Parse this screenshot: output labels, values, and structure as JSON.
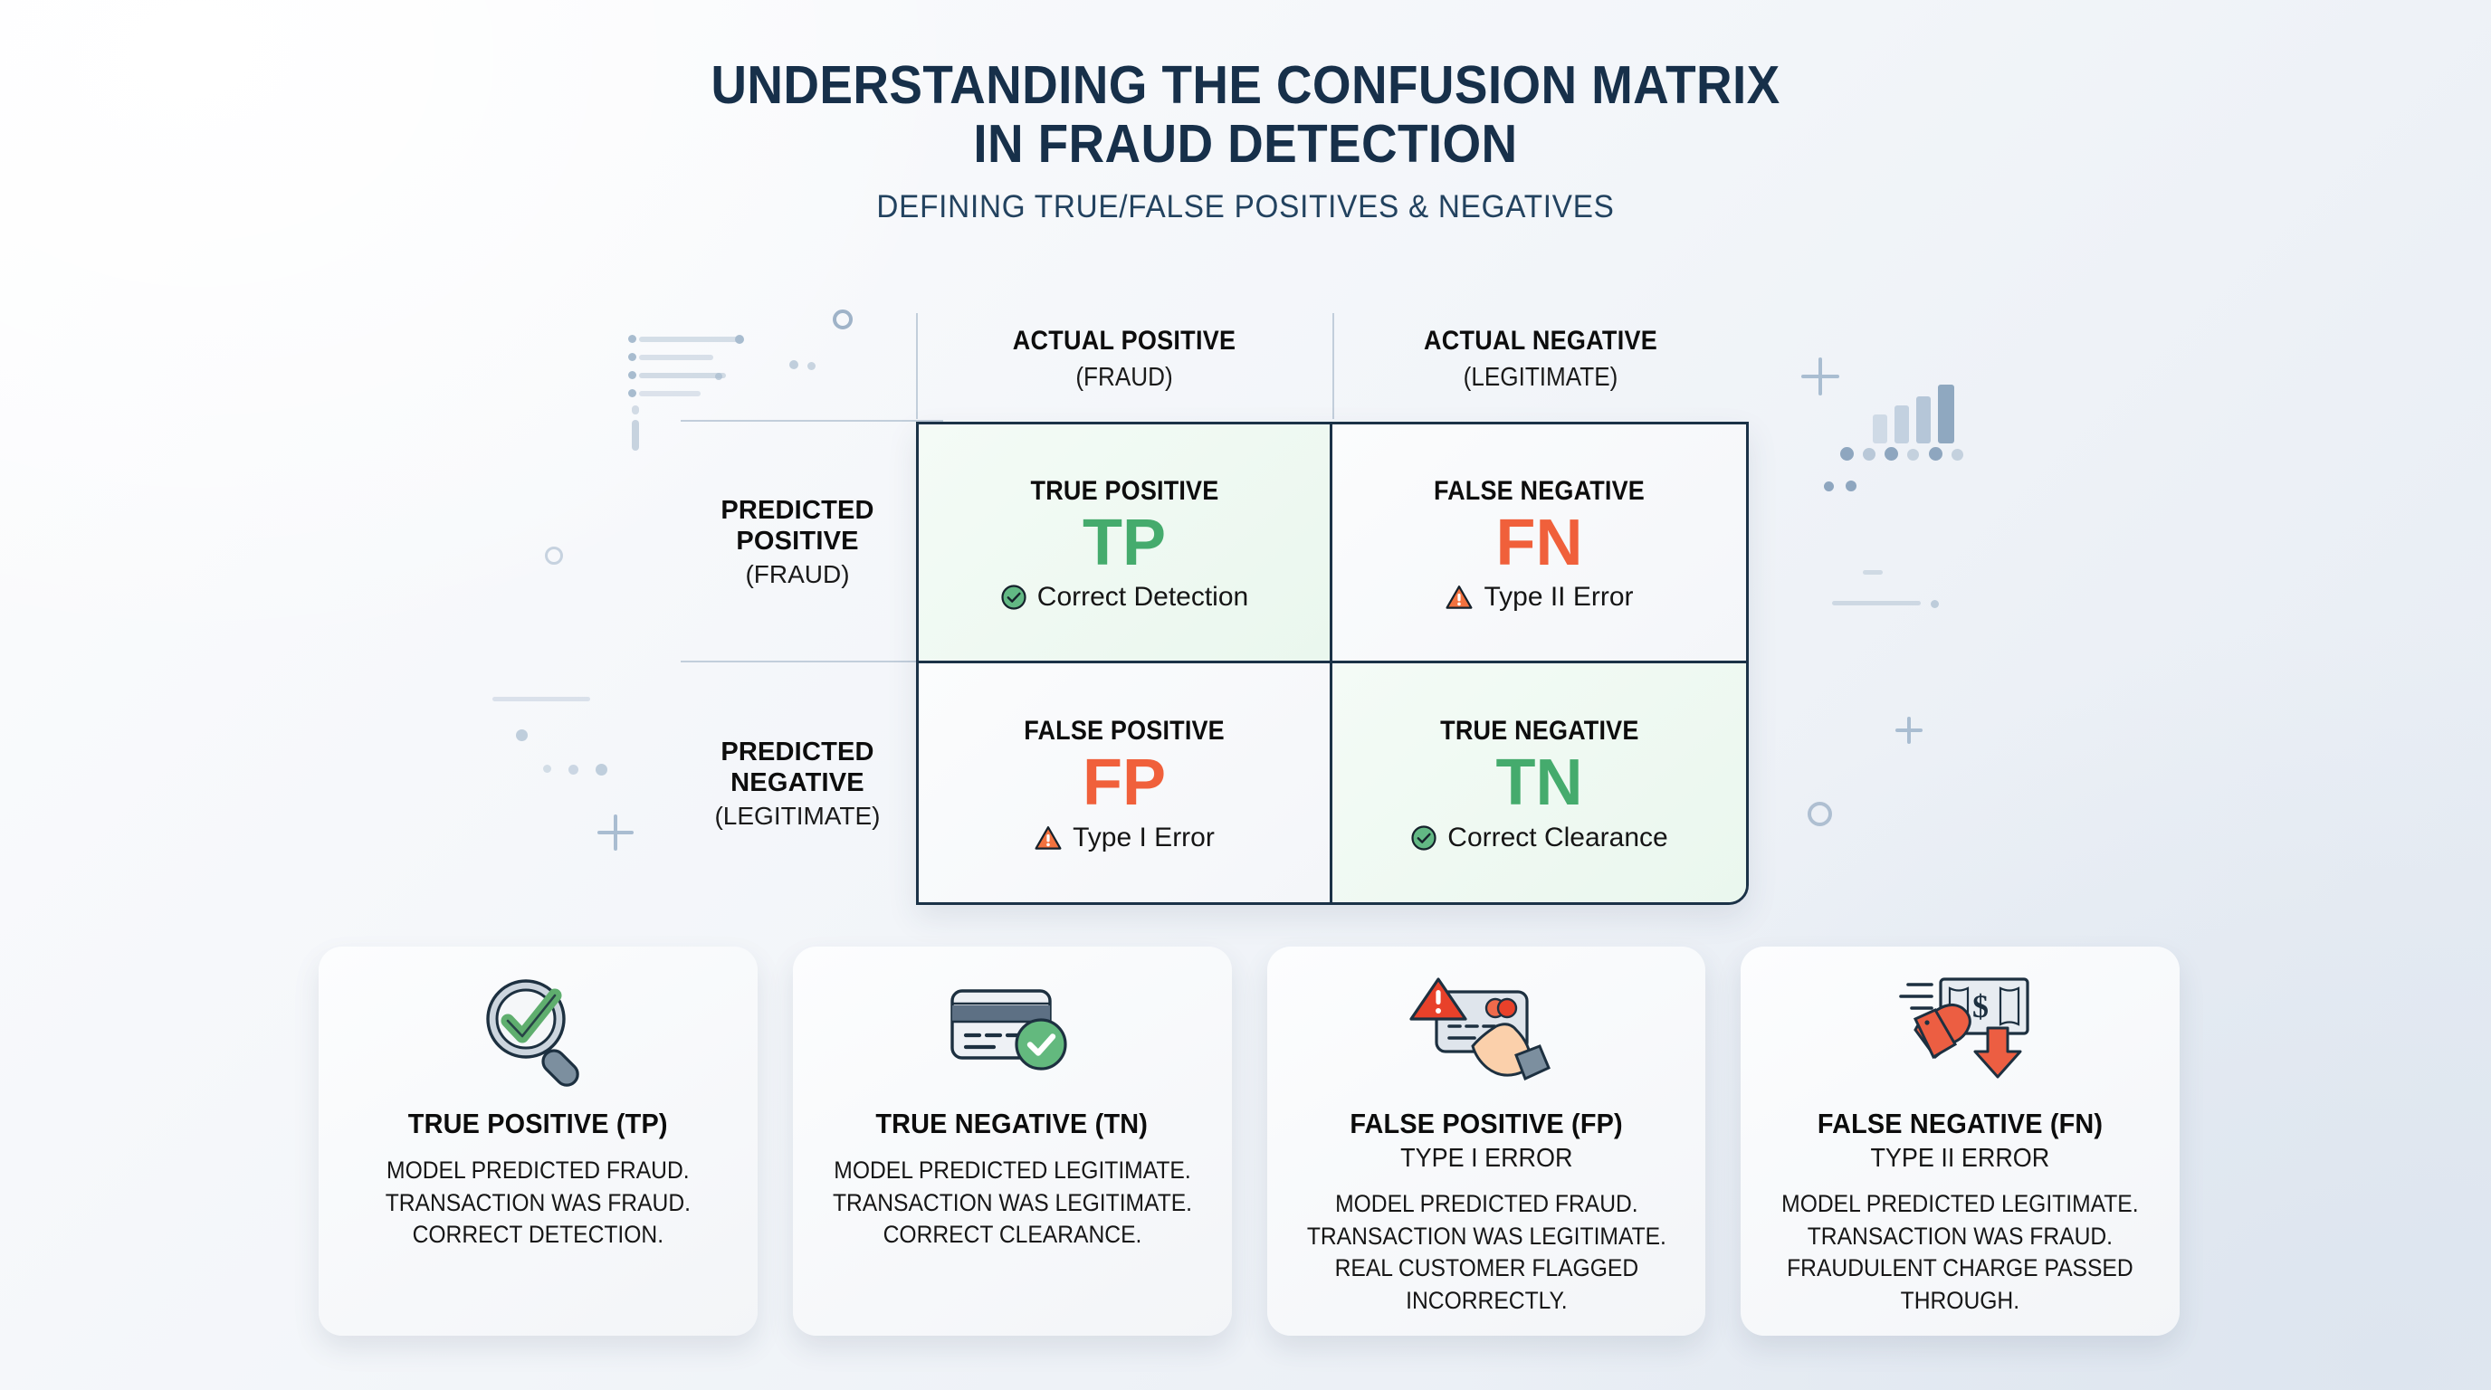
{
  "header": {
    "title_line1": "Understanding the Confusion Matrix",
    "title_line2": "in Fraud Detection",
    "subtitle": "Defining True/False Positives & Negatives"
  },
  "colors": {
    "title": "#17304a",
    "green": "#45ab6d",
    "red": "#f0603b",
    "border": "#1b3247",
    "deco": "#a9bdd1"
  },
  "matrix": {
    "columns": [
      {
        "main": "Actual Positive",
        "sub": "(Fraud)"
      },
      {
        "main": "Actual Negative",
        "sub": "(Legitimate)"
      }
    ],
    "rows": [
      {
        "main": "Predicted Positive",
        "sub": "(Fraud)"
      },
      {
        "main": "Predicted Negative",
        "sub": "(Legitimate)"
      }
    ],
    "cells": [
      {
        "label": "True Positive",
        "abbr": "TP",
        "note": "Correct Detection",
        "icon": "check-circle-icon",
        "tone": "good"
      },
      {
        "label": "False Negative",
        "abbr": "FN",
        "note": "Type II Error",
        "icon": "warning-triangle-icon",
        "tone": "bad"
      },
      {
        "label": "False Positive",
        "abbr": "FP",
        "note": "Type I Error",
        "icon": "warning-triangle-icon",
        "tone": "bad"
      },
      {
        "label": "True Negative",
        "abbr": "TN",
        "note": "Correct Clearance",
        "icon": "check-circle-icon",
        "tone": "good"
      }
    ]
  },
  "cards": [
    {
      "title": "True Positive (TP)",
      "subtitle": "",
      "body": "Model predicted fraud.\nTransaction was fraud.\nCorrect detection.",
      "icon": "magnifier-check-icon"
    },
    {
      "title": "True Negative (TN)",
      "subtitle": "",
      "body": "Model predicted legitimate.\nTransaction was legitimate.\nCorrect clearance.",
      "icon": "credit-card-check-icon"
    },
    {
      "title": "False Positive (FP)",
      "subtitle": "Type I Error",
      "body": "Model predicted fraud.\nTransaction was legitimate.\nReal customer flagged incorrectly.",
      "icon": "card-hand-alert-icon"
    },
    {
      "title": "False Negative (FN)",
      "subtitle": "Type II Error",
      "body": "Model predicted legitimate.\nTransaction was fraud.\nFraudulent charge passed through.",
      "icon": "money-hand-down-arrow-icon"
    }
  ]
}
